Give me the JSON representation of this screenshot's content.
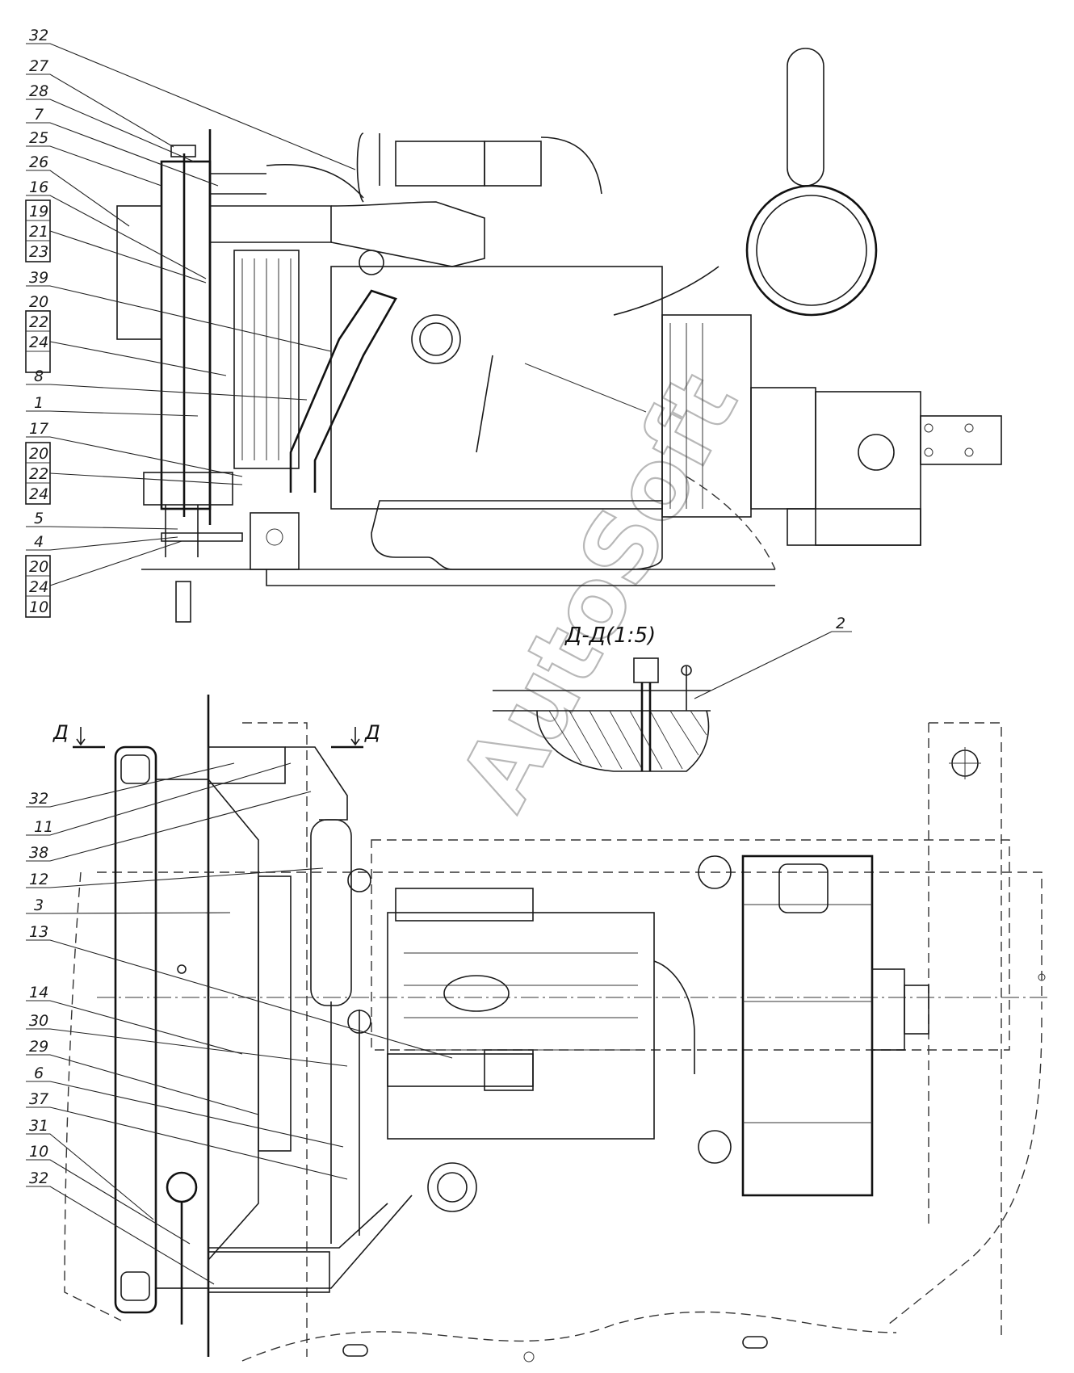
{
  "section": {
    "title": "Д-Д(1:5)",
    "cut_left": "Д",
    "cut_right": "Д"
  },
  "watermark": "AutoSoft",
  "top_view_callouts": [
    "32",
    "27",
    "28",
    "7",
    "25",
    "26",
    "16"
  ],
  "top_view_boxed": [
    "19",
    "21",
    "23"
  ],
  "top_view_callouts_2": [
    "39"
  ],
  "top_view_boxed_2": [
    "20",
    "22",
    "24"
  ],
  "top_view_callouts_3": [
    "8",
    "1",
    "17"
  ],
  "top_view_boxed_3": [
    "20",
    "22",
    "24"
  ],
  "top_view_callouts_4": [
    "5",
    "4"
  ],
  "top_view_boxed_4": [
    "20",
    "24",
    "10"
  ],
  "section_callout": "2",
  "plan_view_callouts": [
    "32",
    "11",
    "38",
    "12",
    "3",
    "13",
    "14",
    "30",
    "29",
    "6",
    "37",
    "31",
    "10",
    "32"
  ]
}
